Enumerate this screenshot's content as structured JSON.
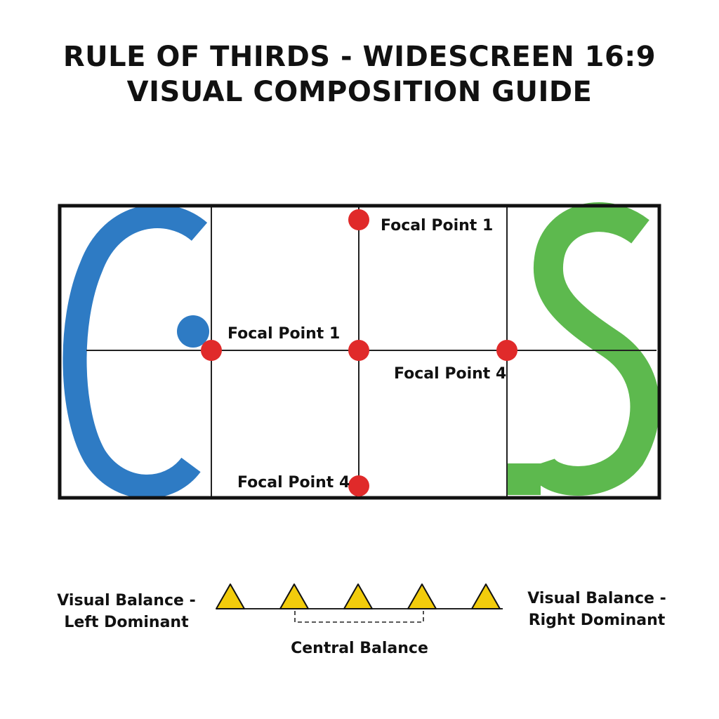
{
  "title": {
    "line1": "RULE OF THIRDS - WIDESCREEN 16:9",
    "line2": "VISUAL COMPOSITION GUIDE"
  },
  "frame": {
    "letters": [
      "C",
      "S"
    ],
    "focal_labels": [
      "Focal Point 1",
      "Focal Point 1",
      "Focal Point 4",
      "Focal Point 4"
    ]
  },
  "balance": {
    "left_label_line1": "Visual Balance -",
    "left_label_line2": "Left Dominant",
    "right_label_line1": "Visual Balance -",
    "right_label_line2": "Right Dominant",
    "center_label": "Central Balance",
    "triangle_count": 5
  },
  "colors": {
    "frame": "#111111",
    "grid": "#222222",
    "blue": "#2E7BC4",
    "green": "#5DB94E",
    "focal": "#E02A2A",
    "triangle": "#F2CC0C"
  }
}
